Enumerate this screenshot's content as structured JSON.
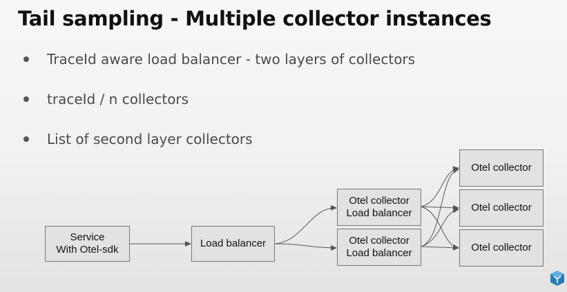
{
  "slide": {
    "title": "Tail sampling - Multiple collector instances",
    "bullets": [
      "TraceId aware load balancer - two layers of collectors",
      "traceId / n collectors",
      "List of second layer collectors"
    ]
  },
  "diagram": {
    "service": {
      "line1": "Service",
      "line2": "With Otel-sdk"
    },
    "load_balancer": "Load balancer",
    "second_layer": [
      {
        "line1": "Otel collector",
        "line2": "Load balancer"
      },
      {
        "line1": "Otel collector",
        "line2": "Load balancer"
      }
    ],
    "collectors": [
      "Otel collector",
      "Otel collector",
      "Otel collector"
    ]
  },
  "colors": {
    "box_fill": "#e2e2e2",
    "box_border": "#777777",
    "arrow": "#555555",
    "logo": "#2a7fb8"
  },
  "icons": {
    "corner_logo": "cube-logo-icon"
  }
}
